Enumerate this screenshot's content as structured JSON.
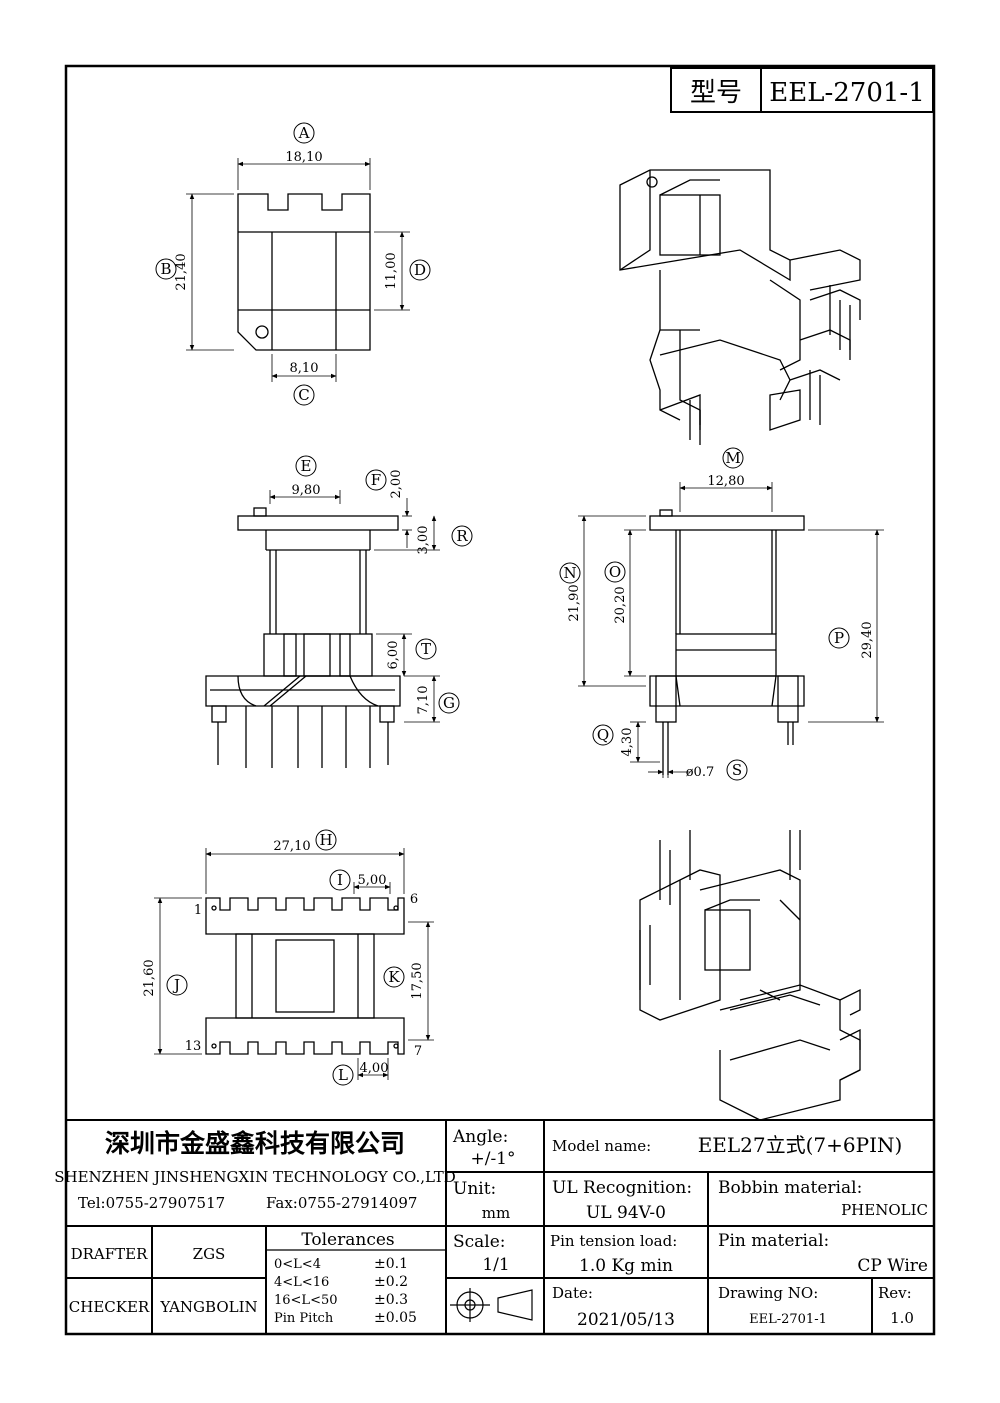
{
  "model_box": {
    "label": "型号",
    "value": "EEL-2701-1"
  },
  "top_view": {
    "dim_A": "18,10",
    "dim_B": "21,40",
    "dim_C": "8,10",
    "dim_D": "11,00",
    "lbl_A": "A",
    "lbl_B": "B",
    "lbl_C": "C",
    "lbl_D": "D"
  },
  "front_view": {
    "dim_E": "9,80",
    "dim_F": "2,00",
    "dim_R": "3,00",
    "dim_T": "6,00",
    "dim_G": "7,10",
    "lbl_E": "E",
    "lbl_F": "F",
    "lbl_R": "R",
    "lbl_T": "T",
    "lbl_G": "G"
  },
  "side_view": {
    "dim_M": "12,80",
    "dim_N": "21,90",
    "dim_O": "20,20",
    "dim_P": "29,40",
    "dim_Q": "4,30",
    "dim_S": "ø0.7",
    "lbl_M": "M",
    "lbl_N": "N",
    "lbl_O": "O",
    "lbl_P": "P",
    "lbl_Q": "Q",
    "lbl_S": "S"
  },
  "bottom_view": {
    "dim_H": "27,10",
    "dim_I": "5,00",
    "dim_J": "21,60",
    "dim_K": "17,50",
    "dim_L": "4,00",
    "lbl_H": "H",
    "lbl_I": "I",
    "lbl_J": "J",
    "lbl_K": "K",
    "lbl_L": "L",
    "pin_1": "1",
    "pin_6": "6",
    "pin_13": "13",
    "pin_7": "7"
  },
  "title_block": {
    "company_cn": "深圳市金盛鑫科技有限公司",
    "company_en": "SHENZHEN JINSHENGXIN TECHNOLOGY CO.,LTD",
    "tel": "Tel:0755-27907517",
    "fax": "Fax:0755-27914097",
    "drafter_label": "DRAFTER",
    "drafter": "ZGS",
    "checker_label": "CHECKER",
    "checker": "YANGBOLIN",
    "tolerances_title": "Tolerances",
    "tol_rows": [
      {
        "range": "0<L<4",
        "value": "±0.1"
      },
      {
        "range": "4<L<16",
        "value": "±0.2"
      },
      {
        "range": "16<L<50",
        "value": "±0.3"
      },
      {
        "range": "Pin Pitch",
        "value": "±0.05"
      }
    ],
    "angle_label": "Angle:",
    "angle": "+/-1°",
    "unit_label": "Unit:",
    "unit": "mm",
    "scale_label": "Scale:",
    "scale": "1/1",
    "model_name_label": "Model name:",
    "model_name": "EEL27立式(7+6PIN)",
    "ul_label": "UL Recognition:",
    "ul": "UL 94V-0",
    "bobbin_label": "Bobbin material:",
    "bobbin": "PHENOLIC",
    "pin_tension_label": "Pin tension load:",
    "pin_tension": "1.0 Kg min",
    "pin_material_label": "Pin material:",
    "pin_material": "CP Wire",
    "date_label": "Date:",
    "date": "2021/05/13",
    "drawing_no_label": "Drawing NO:",
    "drawing_no": "EEL-2701-1",
    "rev_label": "Rev:",
    "rev": "1.0"
  }
}
